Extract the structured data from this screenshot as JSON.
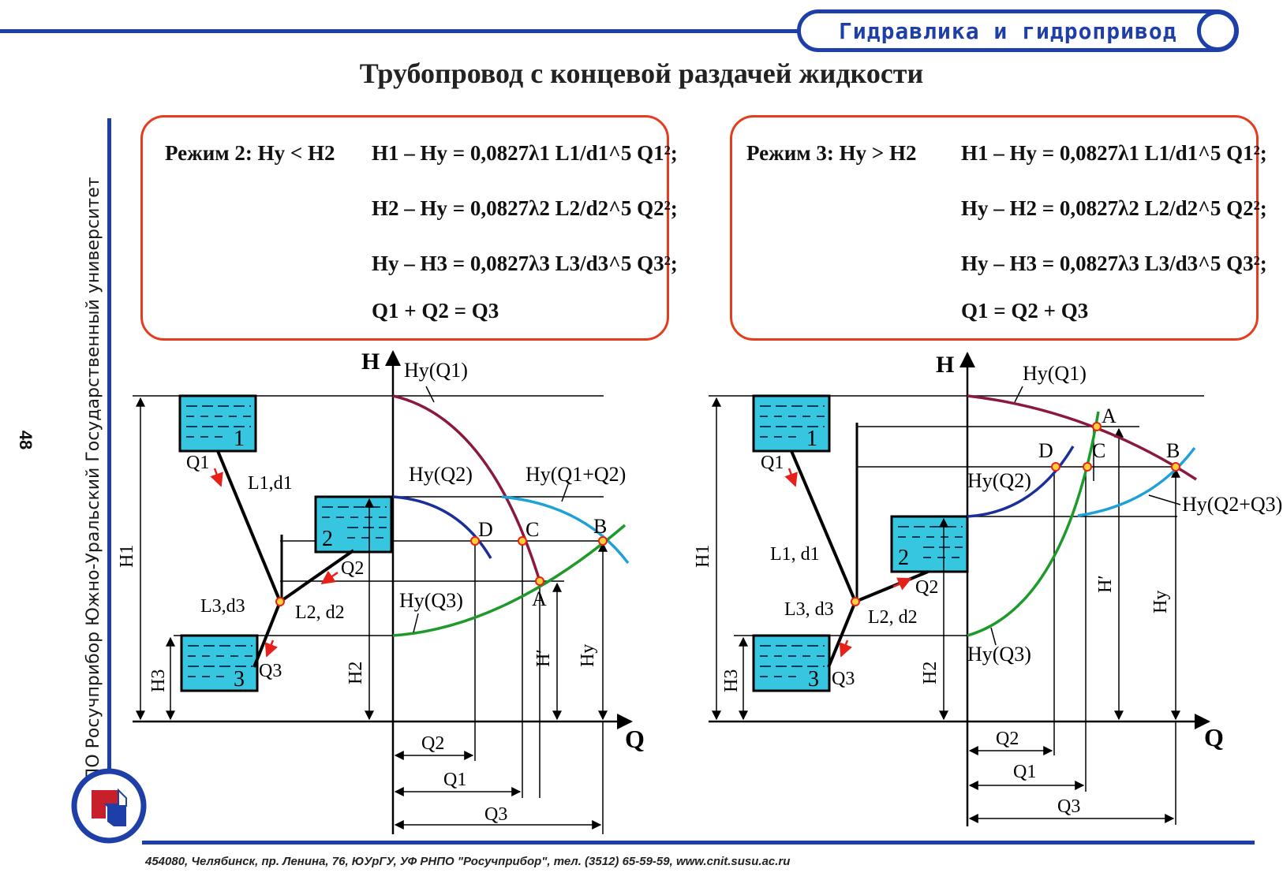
{
  "header": {
    "label": "Гидравлика и гидропривод"
  },
  "title": "Трубопровод с концевой раздачей жидкости",
  "side_text": "РНПО Росучприбор    Южно-Уральский Государственный университет",
  "page_number": "48",
  "footer": "454080, Челябинск, пр. Ленина, 76, ЮУрГУ, УФ РНПО \"Росучприбор\", тел. (3512) 65-59-59, www.cnit.susu.ac.ru",
  "colors": {
    "frame_blue": "#1e3fa8",
    "box_red": "#e43c1c",
    "curve_q1": "#8a1a3c",
    "curve_q2": "#1a2f9a",
    "curve_q3": "#1e9a2a",
    "curve_sum": "#1ea0d8",
    "tank": "#36c6e0"
  },
  "mode2": {
    "label": "Режим 2: Hy < H2",
    "eq1": "H1 – Hy = 0,0827λ1 L1/d1^5 Q1²;",
    "eq2": "H2 – Hy = 0,0827λ2 L2/d2^5 Q2²;",
    "eq3": "Hy – H3 = 0,0827λ3 L3/d3^5 Q3²;",
    "eq4": "Q1 + Q2 = Q3"
  },
  "mode3": {
    "label": "Режим 3: Hy > H2",
    "eq1": "H1 – Hy = 0,0827λ1 L1/d1^5 Q1²;",
    "eq2": "Hy – H2 = 0,0827λ2 L2/d2^5 Q2²;",
    "eq3": "Hy – H3 = 0,0827λ3 L3/d3^5 Q3²;",
    "eq4": "Q1 = Q2 + Q3"
  },
  "diagram_left": {
    "axis_h": "H",
    "axis_q": "Q",
    "tank1": "1",
    "tank2": "2",
    "tank3": "3",
    "pipe1": "L1,d1",
    "pipe2": "L2, d2",
    "pipe3": "L3,d3",
    "flow1": "Q1",
    "flow2": "Q2",
    "flow3": "Q3",
    "h1": "H1",
    "h2": "H2",
    "h3": "H3",
    "h_prime": "H′",
    "hy": "Hy",
    "curve_q1": "Hy(Q1)",
    "curve_q2": "Hy(Q2)",
    "curve_q3": "Hy(Q3)",
    "curve_sum": "Hy(Q1+Q2)",
    "point_a": "A",
    "point_b": "B",
    "point_c": "C",
    "point_d": "D",
    "dim_q2": "Q2",
    "dim_q1": "Q1",
    "dim_q3": "Q3"
  },
  "diagram_right": {
    "axis_h": "H",
    "axis_q": "Q",
    "tank1": "1",
    "tank2": "2",
    "tank3": "3",
    "pipe1": "L1, d1",
    "pipe2": "L2, d2",
    "pipe3": "L3, d3",
    "flow1": "Q1",
    "flow2": "Q2",
    "flow3": "Q3",
    "h1": "H1",
    "h2": "H2",
    "h3": "H3",
    "h_prime": "H′",
    "hy": "Hy",
    "curve_q1": "Hy(Q1)",
    "curve_q2": "Hy(Q2)",
    "curve_q3": "Hy(Q3)",
    "curve_sum": "Hy(Q2+Q3)",
    "point_a": "A",
    "point_b": "B",
    "point_c": "C",
    "point_d": "D",
    "dim_q2": "Q2",
    "dim_q1": "Q1",
    "dim_q3": "Q3"
  }
}
